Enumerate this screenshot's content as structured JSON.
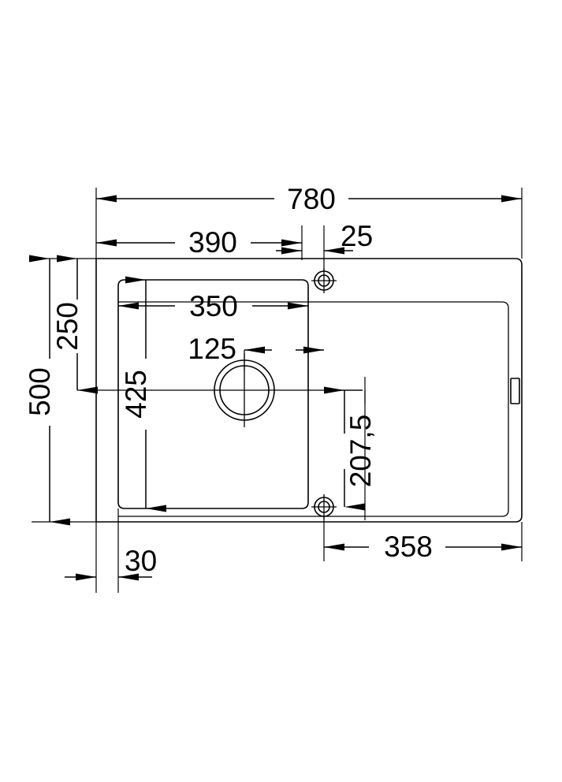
{
  "drawing": {
    "title": "Kitchen sink technical dimension drawing",
    "units": "mm",
    "line_color": "#000000",
    "background_color": "#ffffff",
    "dimensions": {
      "overall_width": "780",
      "overall_height": "500",
      "bowl_offset_x": "390",
      "tap_hole_offset": "25",
      "top_edge_to_bowl": "250",
      "bowl_width": "350",
      "bowl_height": "425",
      "drain_offset_x": "125",
      "hole_vertical_spacing": "207,5",
      "drainboard_width": "358",
      "left_margin": "30"
    },
    "labels": {
      "d780": "780",
      "d390": "390",
      "d25": "25",
      "d350": "350",
      "d125": "125",
      "d250": "250",
      "d500": "500",
      "d425": "425",
      "d2075": "207,5",
      "d358": "358",
      "d30": "30"
    },
    "features": {
      "drain_hole": "drain-hole",
      "upper_mount_hole": "upper-mounting-hole",
      "lower_mount_hole": "lower-mounting-hole",
      "right_slot": "right-edge-slot",
      "bowl": "sink-bowl",
      "drainboard": "drainboard-area",
      "outer_body": "sink-outer-outline"
    }
  }
}
